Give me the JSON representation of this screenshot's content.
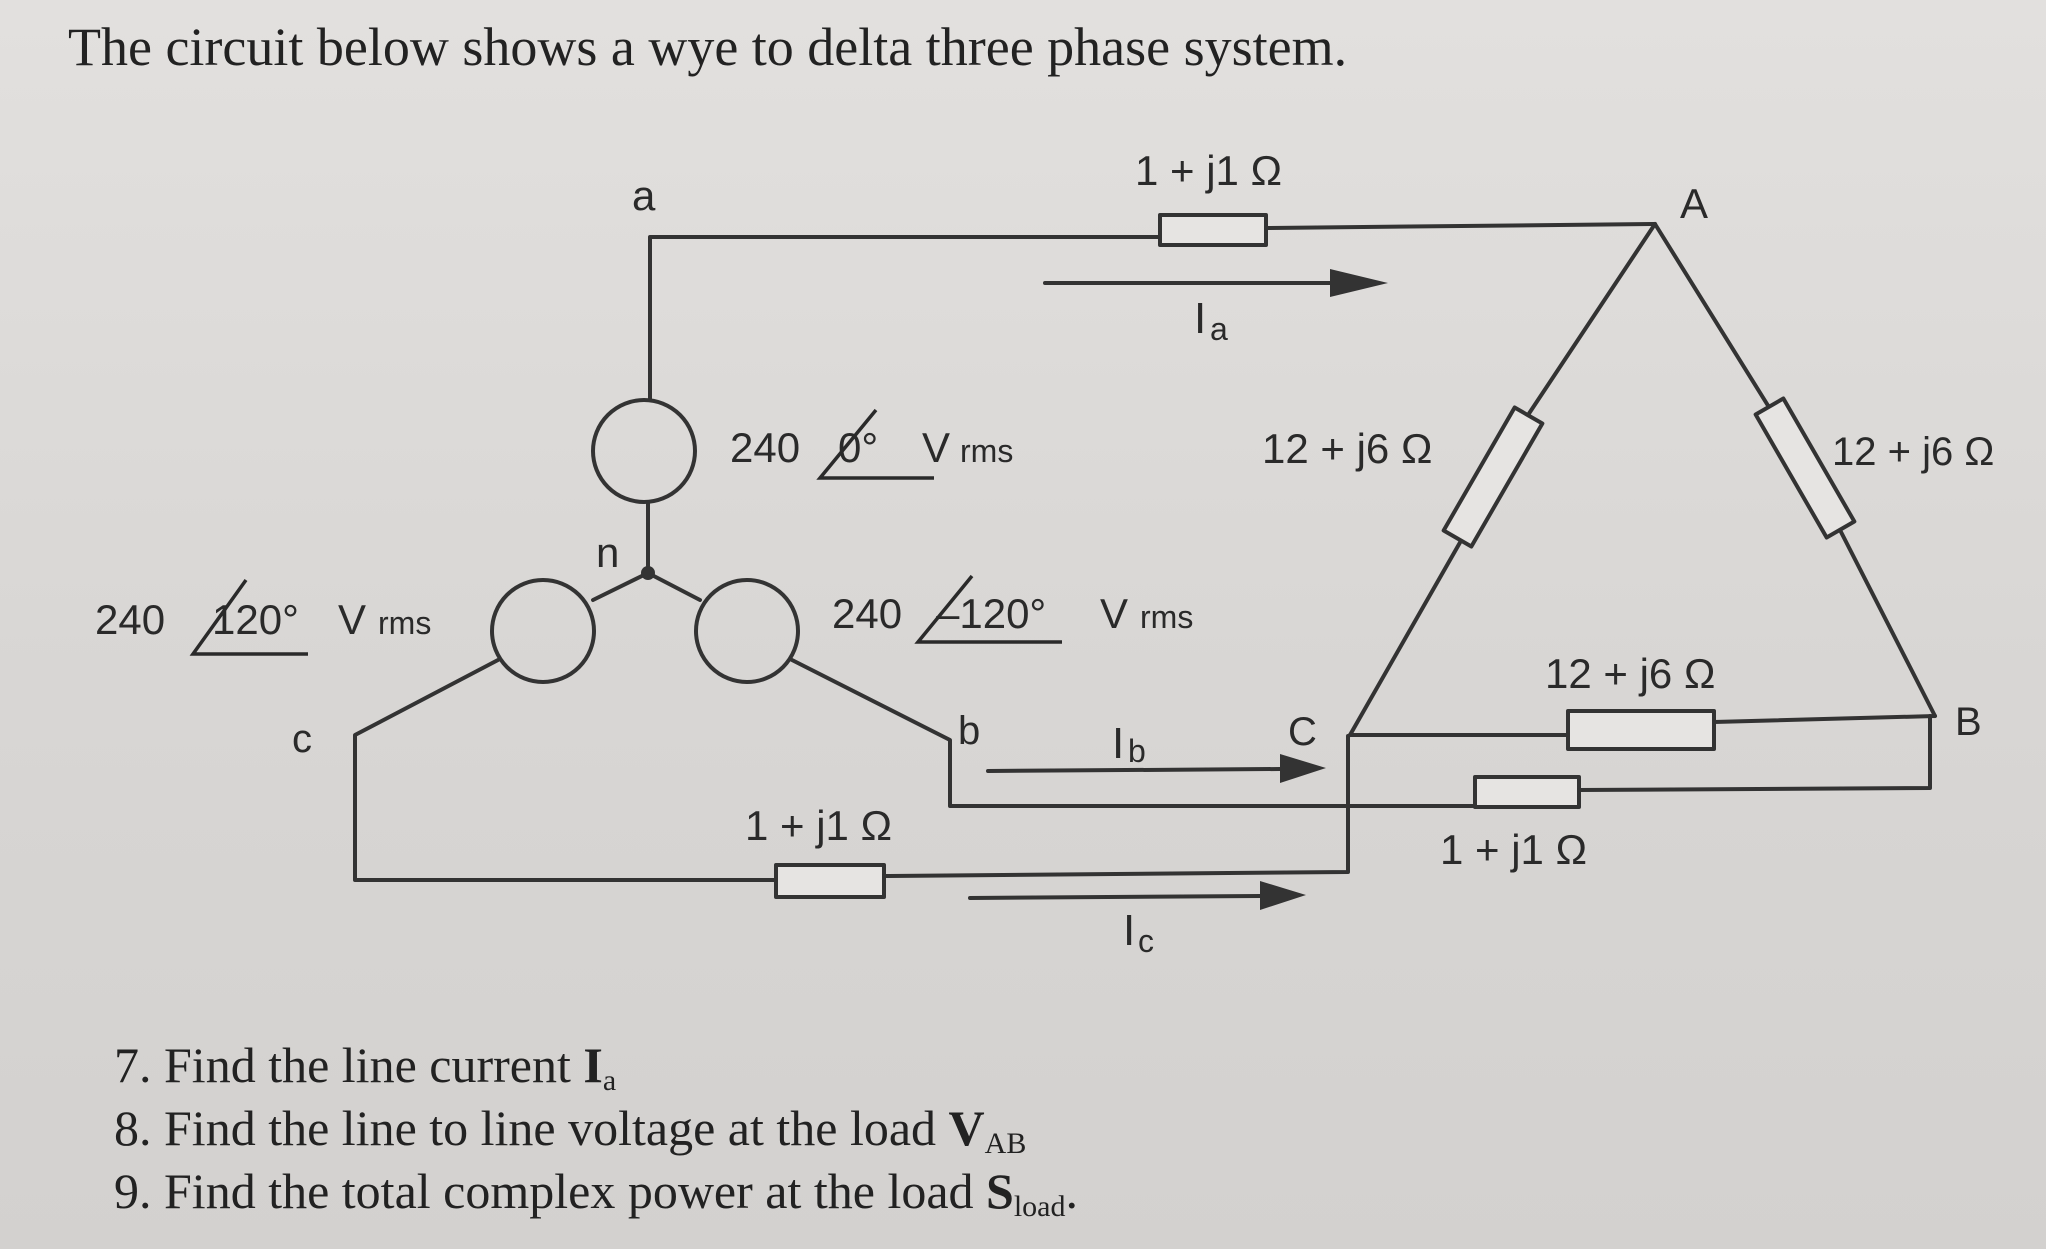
{
  "title": "The circuit below shows a wye to delta three phase system.",
  "nodes": {
    "a": "a",
    "b": "b",
    "c": "c",
    "n": "n",
    "A": "A",
    "B": "B",
    "C": "C"
  },
  "sources": [
    {
      "magnitude": "240",
      "angle": "0°",
      "unit": "V",
      "suffix": "rms"
    },
    {
      "magnitude": "240",
      "angle": "–120°",
      "unit": "V",
      "suffix": "rms"
    },
    {
      "magnitude": "240",
      "angle": "120°",
      "unit": "V",
      "suffix": "rms"
    }
  ],
  "line_impedance": "1 + j1 Ω",
  "load_impedance": "12 + j6 Ω",
  "currents": {
    "a": {
      "symbol": "I",
      "sub": "a"
    },
    "b": {
      "symbol": "I",
      "sub": "b"
    },
    "c": {
      "symbol": "I",
      "sub": "c"
    }
  },
  "questions": [
    {
      "text": "7. Find the line current ",
      "symbol": "I",
      "sub": "a",
      "tail": ""
    },
    {
      "text": "8. Find the line to line voltage at the load ",
      "symbol": "V",
      "sub": "AB",
      "tail": ""
    },
    {
      "text": "9. Find the total complex power at the load ",
      "symbol": "S",
      "sub": "load",
      "tail": "."
    }
  ]
}
